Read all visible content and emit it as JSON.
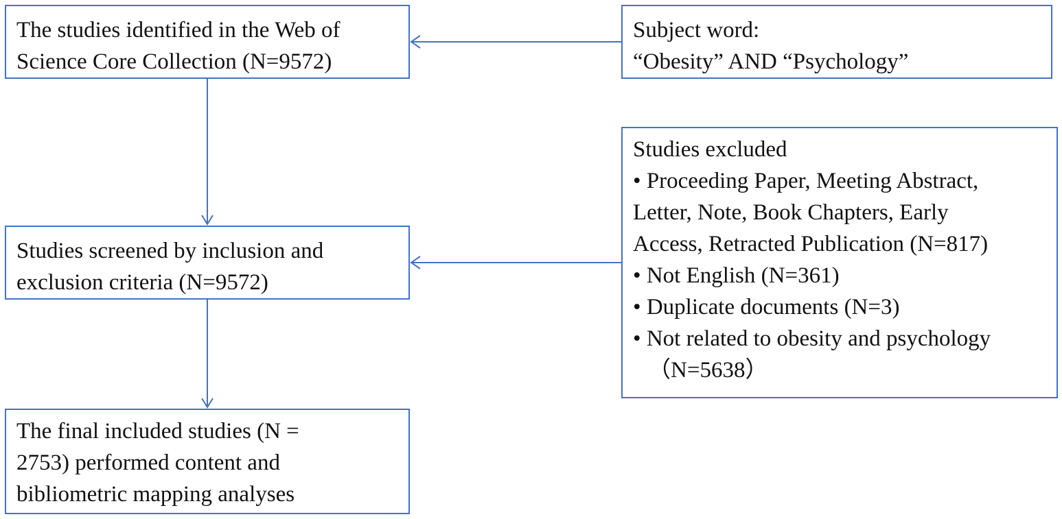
{
  "diagram": {
    "accent_color": "#4472c4",
    "identified": {
      "lines": [
        "The studies identified in the Web of",
        "Science Core Collection (N=9572)"
      ]
    },
    "subject": {
      "lines": [
        "Subject word:",
        "“Obesity” AND “Psychology”"
      ]
    },
    "screened": {
      "lines": [
        "Studies screened by inclusion and",
        "exclusion criteria (N=9572)"
      ]
    },
    "excluded": {
      "title": "Studies excluded",
      "items": [
        {
          "lines": [
            "Proceeding Paper, Meeting Abstract,",
            "Letter, Note, Book Chapters, Early",
            "Access, Retracted Publication (N=817)"
          ]
        },
        {
          "lines": [
            "Not English (N=361)"
          ]
        },
        {
          "lines": [
            "Duplicate documents (N=3)"
          ]
        },
        {
          "lines": [
            "Not related to obesity and psychology",
            "（N=5638）"
          ]
        }
      ],
      "bullet": "•"
    },
    "final": {
      "lines": [
        "The final included studies (N =",
        "2753) performed content and",
        "bibliometric mapping analyses"
      ]
    }
  }
}
